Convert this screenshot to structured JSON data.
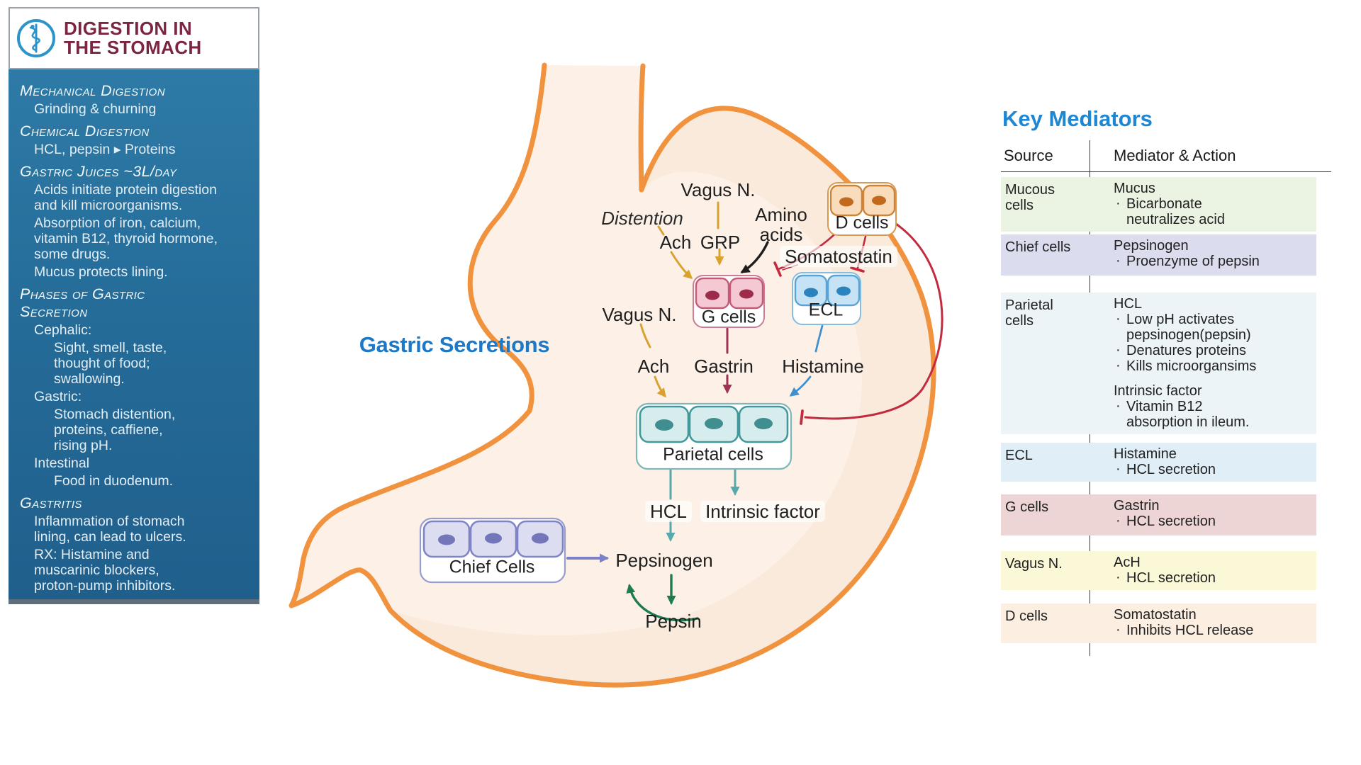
{
  "header": {
    "title_line1": "DIGESTION IN",
    "title_line2": "THE STOMACH",
    "logo_icon": "rod-of-asclepius"
  },
  "sidebar": {
    "sections": [
      {
        "heading": "Mechanical Digestion",
        "items": [
          {
            "text": "Grinding & churning"
          }
        ]
      },
      {
        "heading": "Chemical Digestion",
        "items": [
          {
            "text": "HCL, pepsin ▸ Proteins"
          }
        ]
      },
      {
        "heading": "Gastric Juices ~3L/day",
        "items": [
          {
            "text": "Acids initiate protein digestion\nand kill microorganisms."
          },
          {
            "text": "Absorption of iron, calcium,\nvitamin B12, thyroid hormone,\nsome drugs."
          },
          {
            "text": "Mucus protects lining."
          }
        ]
      },
      {
        "heading": "Phases of Gastric\nSecretion",
        "items": [
          {
            "text": "Cephalic:"
          },
          {
            "text": "Sight, smell, taste,\nthought of food;\nswallowing."
          },
          {
            "text": "Gastric:"
          },
          {
            "text": "Stomach distention,\nproteins, caffiene,\nrising pH."
          },
          {
            "text": "Intestinal"
          },
          {
            "text": "Food in duodenum."
          }
        ]
      },
      {
        "heading": "Gastritis",
        "items": [
          {
            "text": "Inflammation of stomach\nlining, can lead to ulcers."
          },
          {
            "text": "RX: Histamine and\nmuscarinic blockers,\nproton-pump inhibitors."
          }
        ]
      }
    ]
  },
  "diagram": {
    "title": "Gastric Secretions",
    "labels": {
      "vagus_top": "Vagus N.",
      "distention": "Distention",
      "ach_top": "Ach",
      "grp": "GRP",
      "amino_acids": "Amino\nacids",
      "somatostatin": "Somatostatin",
      "vagus_left": "Vagus N.",
      "ach_bottom": "Ach",
      "gastrin": "Gastrin",
      "histamine": "Histamine",
      "hcl": "HCL",
      "intrinsic_factor": "Intrinsic factor",
      "pepsinogen": "Pepsinogen",
      "pepsin": "Pepsin"
    },
    "cells": {
      "d": "D cells",
      "g": "G cells",
      "ecl": "ECL",
      "parietal": "Parietal cells",
      "chief": "Chief Cells"
    }
  },
  "mediators_table": {
    "title": "Key Mediators",
    "columns": [
      "Source",
      "Mediator & Action"
    ],
    "rows": [
      {
        "source": "Mucous\ncells",
        "mediator": "Mucus",
        "actions": [
          "Bicarbonate\nneutralizes acid"
        ],
        "bg": "#ebf3e3"
      },
      {
        "source": "Chief cells",
        "mediator": "Pepsinogen",
        "actions": [
          "Proenzyme of pepsin"
        ],
        "bg": "#dbdcee"
      },
      {
        "source": "Parietal\ncells",
        "mediator": "HCL",
        "actions": [
          "Low pH activates\npepsinogen(pepsin)",
          "Denatures proteins",
          "Kills microorgansims"
        ],
        "mediator2": "Intrinsic factor",
        "actions2": [
          "Vitamin B12\nabsorption in ileum."
        ],
        "bg": "#edf4f8"
      },
      {
        "source": "ECL",
        "mediator": "Histamine",
        "actions": [
          "HCL secretion"
        ],
        "bg": "#e0eef7"
      },
      {
        "source": "G cells",
        "mediator": "Gastrin",
        "actions": [
          "HCL secretion"
        ],
        "bg": "#edd5d6"
      },
      {
        "source": "Vagus N.",
        "mediator": "AcH",
        "actions": [
          "HCL secretion"
        ],
        "bg": "#fbf8d7"
      },
      {
        "source": "D cells",
        "mediator": "Somatostatin",
        "actions": [
          "Inhibits HCL release"
        ],
        "bg": "#fcefe2"
      }
    ]
  },
  "colors": {
    "sidebar_blue": "#256c99",
    "title_maroon": "#7c2540",
    "diagram_title_blue": "#1d79c8",
    "table_title_blue": "#1e87d4",
    "stomach_outline_orange": "#f0923e",
    "stomach_fill": "#fdf1e7",
    "arrow_gold": "#d9a22f",
    "arrow_black": "#1e1e1e",
    "inhibit_red": "#c22b3d",
    "arrow_maroon": "#9e3355",
    "arrow_blue": "#4090cd",
    "arrow_teal": "#58a9ac",
    "arrow_purple": "#7d81c3",
    "arrow_green": "#1e7b4f"
  }
}
